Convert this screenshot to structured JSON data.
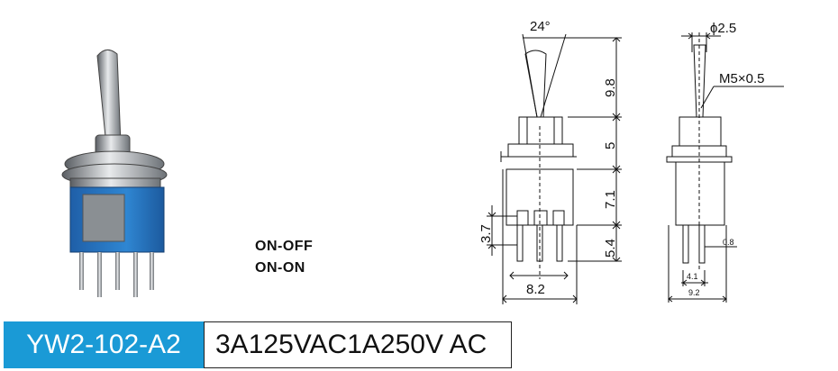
{
  "product": {
    "model": "YW2-102-A2",
    "rating": "3A125VAC1A250V AC",
    "modes": [
      "ON-OFF",
      "ON-ON"
    ]
  },
  "drawing": {
    "dimensions": {
      "lever_angle": "24°",
      "lever_diameter": "ϕ2.5",
      "thread": "M5×0.5",
      "lever_height": "9.8",
      "bushing_height": "5",
      "body_height": "7.1",
      "terminal_length": "5.4",
      "terminal_offset": "3.7",
      "body_width_front": "8.2",
      "terminal_thickness": "0.8",
      "terminal_pitch": "4.1",
      "body_width_side": "9.2"
    }
  },
  "colors": {
    "brand_blue": "#1a9ad6",
    "housing_blue": "#2a76c0",
    "metal": "#b8bcc0"
  }
}
